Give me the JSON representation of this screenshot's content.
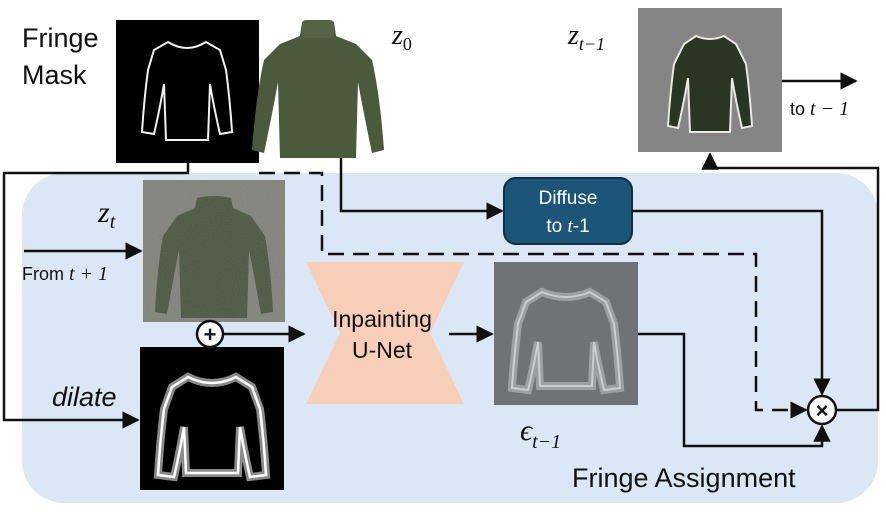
{
  "labels": {
    "fringe_mask_line1": "Fringe",
    "fringe_mask_line2": "Mask",
    "z0": "z",
    "z0_sub": "0",
    "zt": "z",
    "zt_sub": "t",
    "zt_minus_1": "z",
    "zt_minus_1_sub": "t−1",
    "from_t_plus_1_text": "From ",
    "from_t_plus_1_math": "t + 1",
    "to_t_minus_1_text": "to ",
    "to_t_minus_1_math": "t − 1",
    "dilate": "dilate",
    "inpainting_line1": "Inpainting",
    "inpainting_line2": "U-Net",
    "diffuse_line1": "Diffuse",
    "diffuse_line2_text": "to ",
    "diffuse_line2_math": "t",
    "diffuse_line2_tail": "-1",
    "epsilon": "ϵ",
    "epsilon_sub": "t−1",
    "fringe_assignment": "Fringe Assignment",
    "add_symbol": "+",
    "multiply_symbol": "×"
  },
  "colors": {
    "region_fill": "#dbe7f4",
    "unet_fill": "#f7cfb8",
    "diffuse_fill": "#1c5578",
    "mask_bg": "#000000",
    "garment_green": "#4b5a3a",
    "noisy_bg": "#7b7d72",
    "output_bg": "#858585",
    "epsilon_bg": "#6f7377"
  }
}
